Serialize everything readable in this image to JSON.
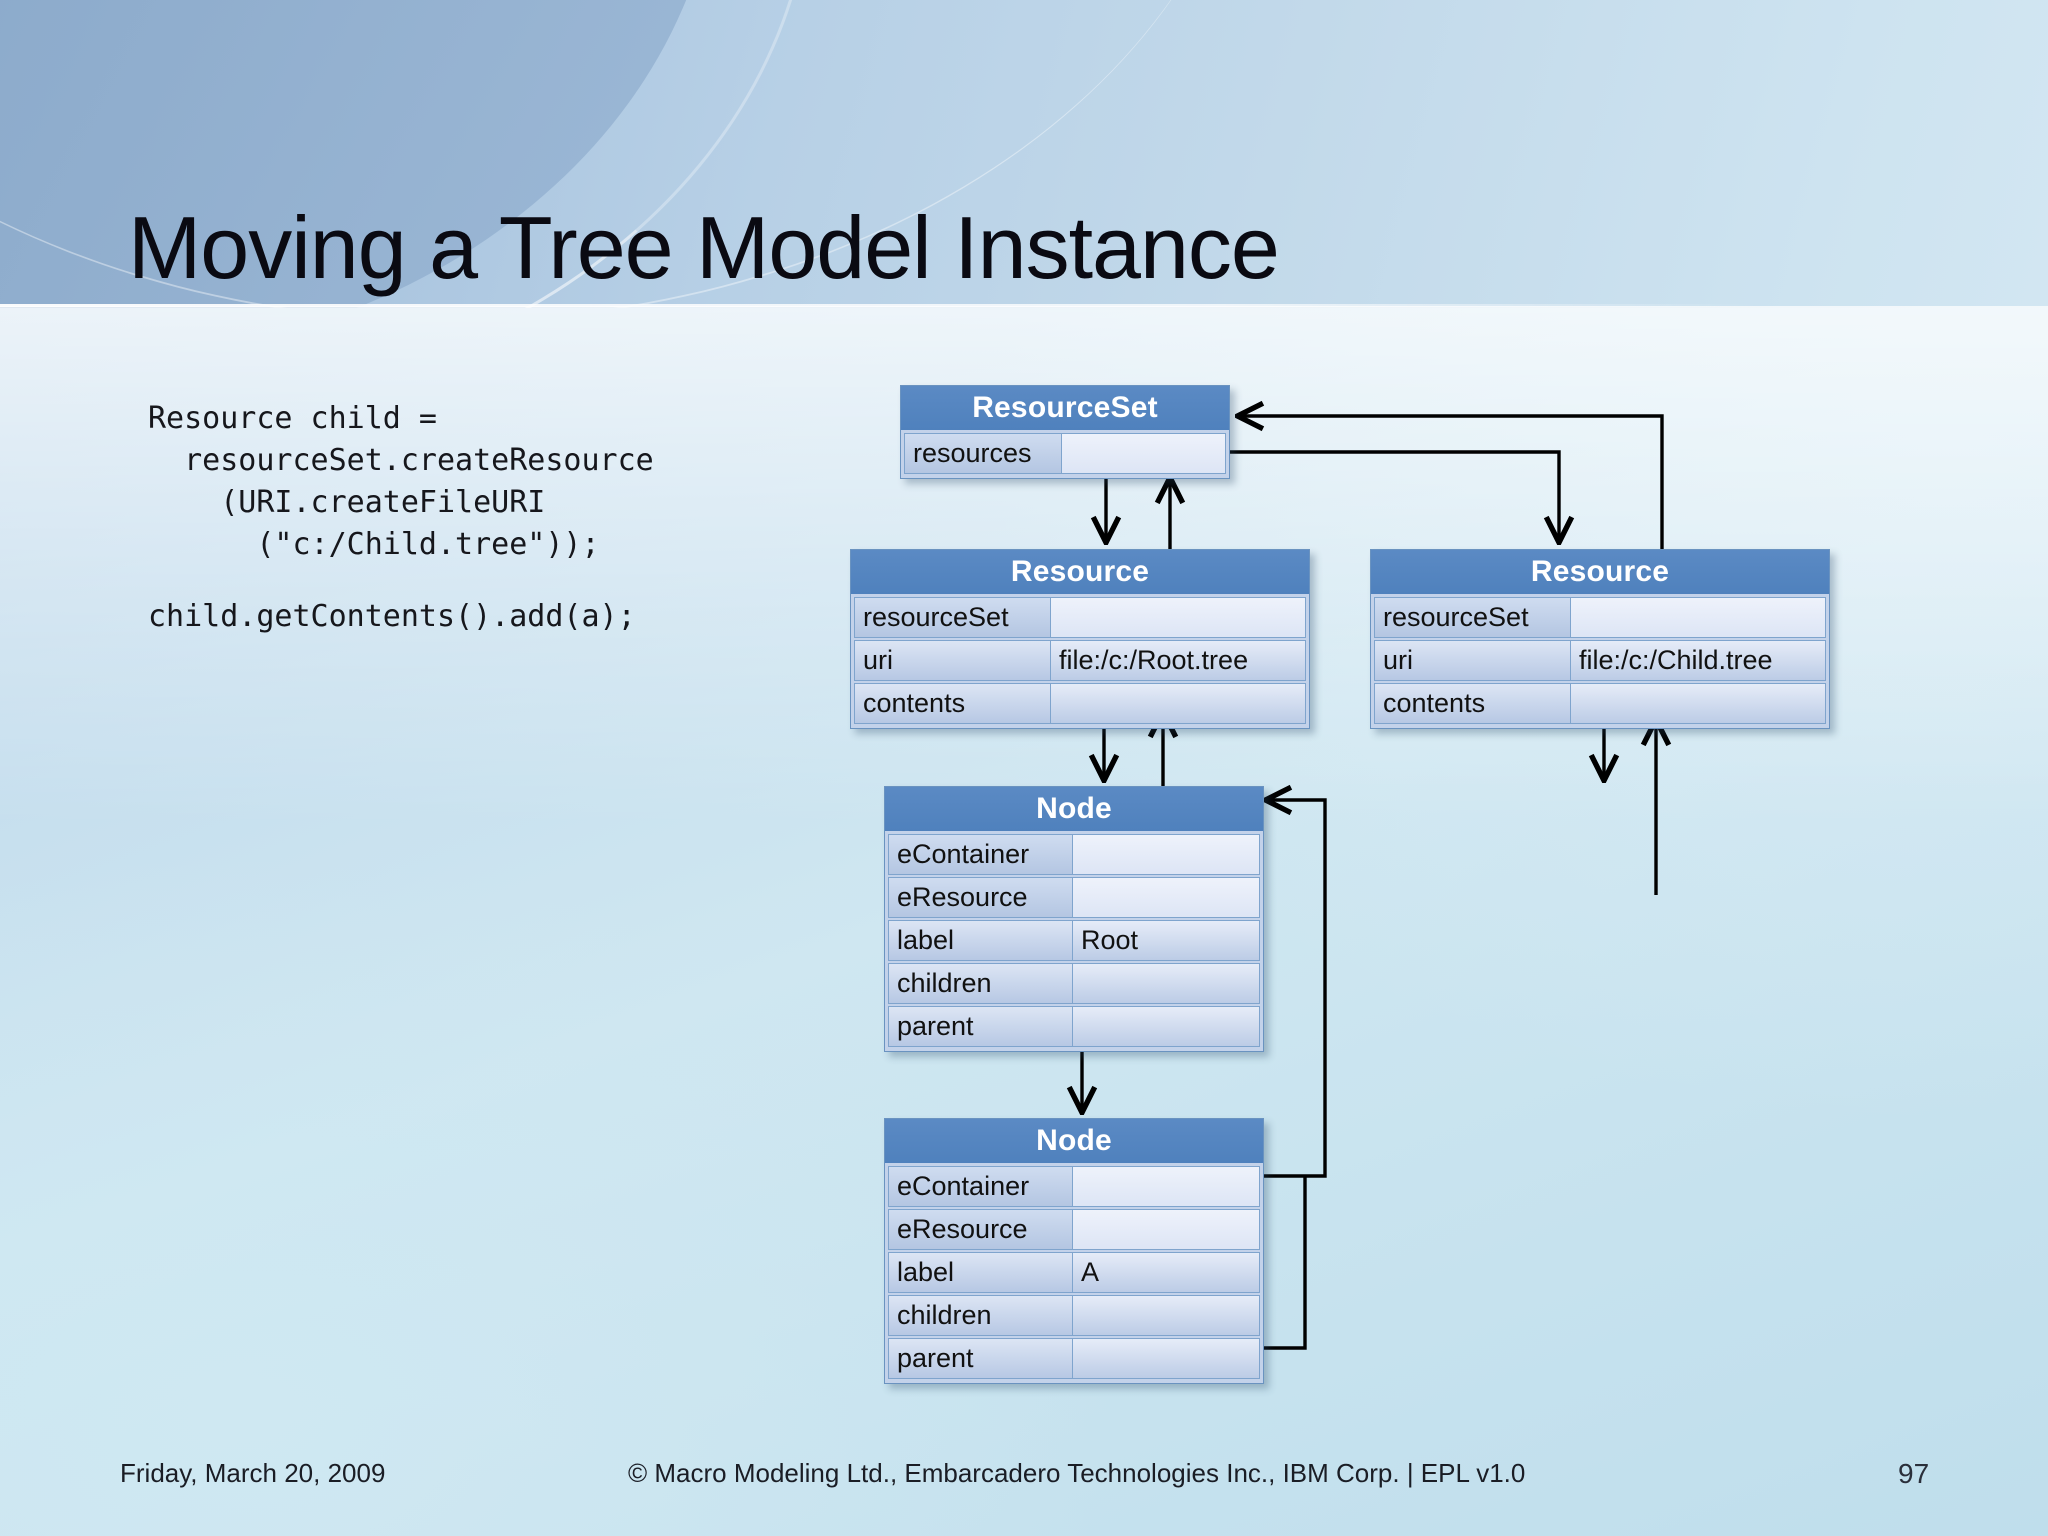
{
  "slide": {
    "title": "Moving a Tree Model Instance",
    "page_number": "97",
    "accent_header": "#4f81bd",
    "accent_row": "#b7c8e4",
    "background": "#bfdeec"
  },
  "code": {
    "snippet_1": "Resource child =\n  resourceSet.createResource\n    (URI.createFileURI\n      (\"c:/Child.tree\"));",
    "snippet_2": "child.getContents().add(a);"
  },
  "diagram": {
    "boxes": [
      {
        "id": "resourceset",
        "title": "ResourceSet",
        "rows": [
          {
            "key": "resources",
            "value": ""
          }
        ]
      },
      {
        "id": "resource-left",
        "title": "Resource",
        "rows": [
          {
            "key": "resourceSet",
            "value": ""
          },
          {
            "key": "uri",
            "value": "file:/c:/Root.tree"
          },
          {
            "key": "contents",
            "value": ""
          }
        ]
      },
      {
        "id": "resource-right",
        "title": "Resource",
        "rows": [
          {
            "key": "resourceSet",
            "value": ""
          },
          {
            "key": "uri",
            "value": "file:/c:/Child.tree"
          },
          {
            "key": "contents",
            "value": ""
          }
        ]
      },
      {
        "id": "node-root",
        "title": "Node",
        "rows": [
          {
            "key": "eContainer",
            "value": ""
          },
          {
            "key": "eResource",
            "value": ""
          },
          {
            "key": "label",
            "value": "Root"
          },
          {
            "key": "children",
            "value": ""
          },
          {
            "key": "parent",
            "value": ""
          }
        ]
      },
      {
        "id": "node-a",
        "title": "Node",
        "rows": [
          {
            "key": "eContainer",
            "value": ""
          },
          {
            "key": "eResource",
            "value": ""
          },
          {
            "key": "label",
            "value": "A"
          },
          {
            "key": "children",
            "value": ""
          },
          {
            "key": "parent",
            "value": ""
          }
        ]
      }
    ]
  },
  "footer": {
    "date": "Friday, March 20, 2009",
    "copyright": "© Macro Modeling Ltd., Embarcadero Technologies Inc., IBM Corp. | EPL v1.0",
    "page": "97"
  }
}
